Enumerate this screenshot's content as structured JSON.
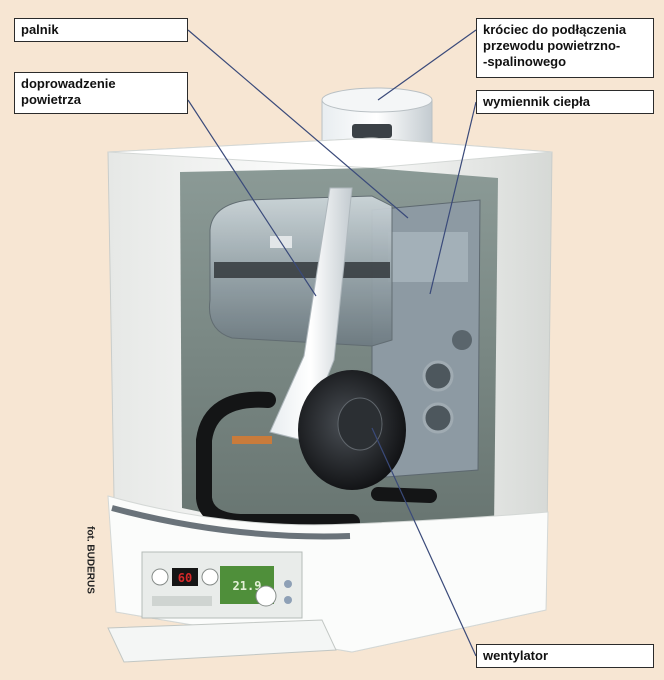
{
  "labels": {
    "palnik": "palnik",
    "doprowadzenie_l1": "doprowadzenie",
    "doprowadzenie_l2": "powietrza",
    "krociec_l1": "króciec do podłączenia",
    "krociec_l2": "przewodu powietrzno-",
    "krociec_l3": "-spalinowego",
    "wymiennik": "wymiennik ciepła",
    "wentylator": "wentylator"
  },
  "credit": "fot. BUDERUS",
  "display": {
    "red_value": "60",
    "green_value": "21.9"
  },
  "colors": {
    "background": "#f7e6d3",
    "casing": "#f2f3f1",
    "interior": "#7a8a86",
    "leader_line": "#3a4a7a",
    "display_red": "#d62828",
    "display_green": "#4f8f3a"
  }
}
